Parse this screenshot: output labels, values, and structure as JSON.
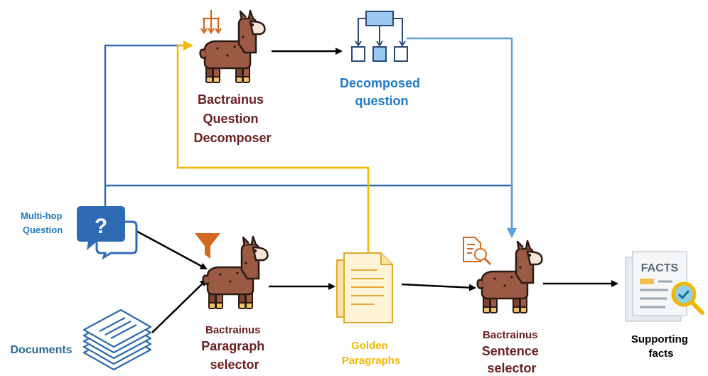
{
  "labels": {
    "decomposer": [
      "Bactrainus",
      "Question",
      "Decomposer"
    ],
    "decomposed_question": [
      "Decomposed",
      "question"
    ],
    "multi_hop_question": [
      "Multi-hop",
      "Question"
    ],
    "documents": "Documents",
    "paragraph_selector": [
      "Bactrainus",
      "Paragraph",
      "selector"
    ],
    "golden_paragraphs": [
      "Golden",
      "Paragraphs"
    ],
    "sentence_selector": [
      "Bactrainus",
      "Sentence",
      "selector"
    ],
    "supporting_facts": [
      "Supporting",
      "facts"
    ],
    "facts_badge": "FACTS",
    "question_mark": "?"
  },
  "colors": {
    "llama": "#9b5a44",
    "llama_dark": "#2a1a12",
    "hoof": "#f2c36a",
    "model_text": "#6b1e1e",
    "decomposed_text": "#1f78c8",
    "question_text": "#1f78c8",
    "documents_text": "#2a6a9a",
    "golden_text": "#f2b705",
    "blue_line": "#2f6ab4",
    "light_blue_line": "#5aa0dc",
    "yellow_line": "#f2b705",
    "black_line": "#000000",
    "orange_icon": "#d4691e"
  },
  "icons": [
    "fork-arrows-icon",
    "llama-icon",
    "hierarchy-icon",
    "question-bubble-icon",
    "funnel-icon",
    "documents-stack-icon",
    "paper-icon",
    "search-document-icon",
    "facts-report-icon"
  ]
}
